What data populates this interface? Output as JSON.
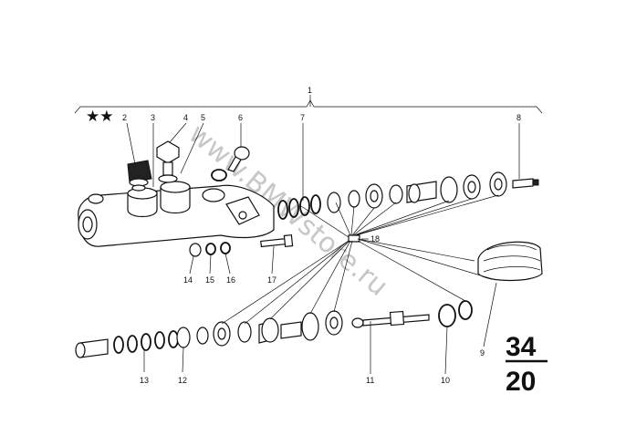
{
  "figure": {
    "callouts": [
      "1",
      "2",
      "3",
      "4",
      "5",
      "6",
      "7",
      "8",
      "9",
      "10",
      "11",
      "12",
      "13",
      "14",
      "15",
      "16",
      "17",
      "18"
    ],
    "page_number_top": "34",
    "page_number_bottom": "20",
    "watermark": "www.BMWstore.ru",
    "stars": "★★"
  }
}
